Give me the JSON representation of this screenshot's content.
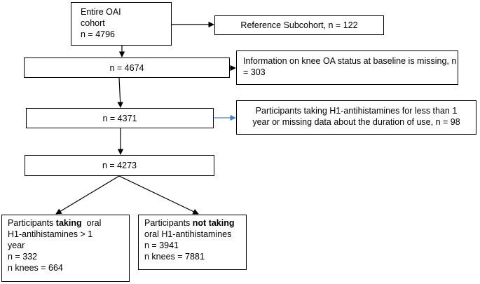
{
  "flowchart": {
    "entire_cohort": {
      "line1": "Entire OAI",
      "line2": "cohort",
      "line3": "n = 4796"
    },
    "reference_subcohort": "Reference Subcohort, n = 122",
    "after_reference": "n = 4674",
    "missing_oa_status": {
      "line1": "Information on knee OA status at baseline is missing, n",
      "line2": "= 303"
    },
    "after_missing_oa": "n = 4371",
    "short_h1_use": {
      "line1": "Participants taking H1-antihistamines for less than 1",
      "line2": "year or missing data about the duration of use, n = 98"
    },
    "after_short_use": "n = 4273",
    "taking_group": {
      "prefix": "Participants ",
      "bold": "taking",
      "suffix": "  oral",
      "line2": "H1-antihistamines > 1",
      "line3": "year",
      "line4": "n = 332",
      "line5": "n knees = 664"
    },
    "not_taking_group": {
      "prefix": "Participants ",
      "bold": "not taking",
      "line2": "oral H1-antihistamines",
      "line3": "n = 3941",
      "line4": "n knees = 7881"
    }
  },
  "colors": {
    "line": "#000000",
    "highlight_arrow": "#4a7fc1"
  }
}
